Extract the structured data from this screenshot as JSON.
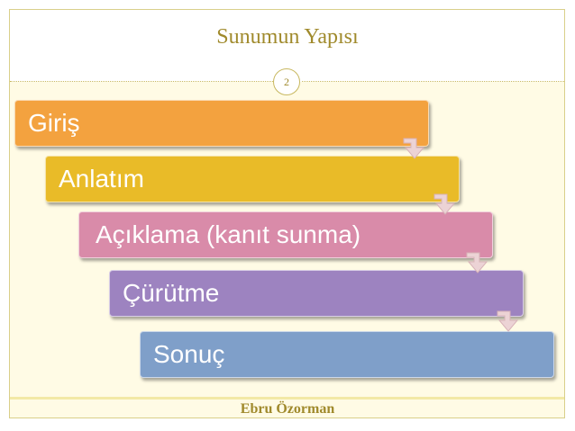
{
  "slide": {
    "title": "Sunumun Yapısı",
    "page_number": "2",
    "footer": "Ebru Özorman"
  },
  "steps": [
    {
      "label": "Giriş",
      "color": "#f3a23f"
    },
    {
      "label": "Anlatım",
      "color": "#e9bb28"
    },
    {
      "label": "Açıklama (kanıt sunma)",
      "color": "#d98ba9"
    },
    {
      "label": "Çürütme",
      "color": "#9d83c0"
    },
    {
      "label": "Sonuç",
      "color": "#7f9fc9"
    }
  ],
  "colors": {
    "accent_text": "#a08a2c",
    "background": "#fffbe5",
    "arrow": "#e8cdd0"
  }
}
